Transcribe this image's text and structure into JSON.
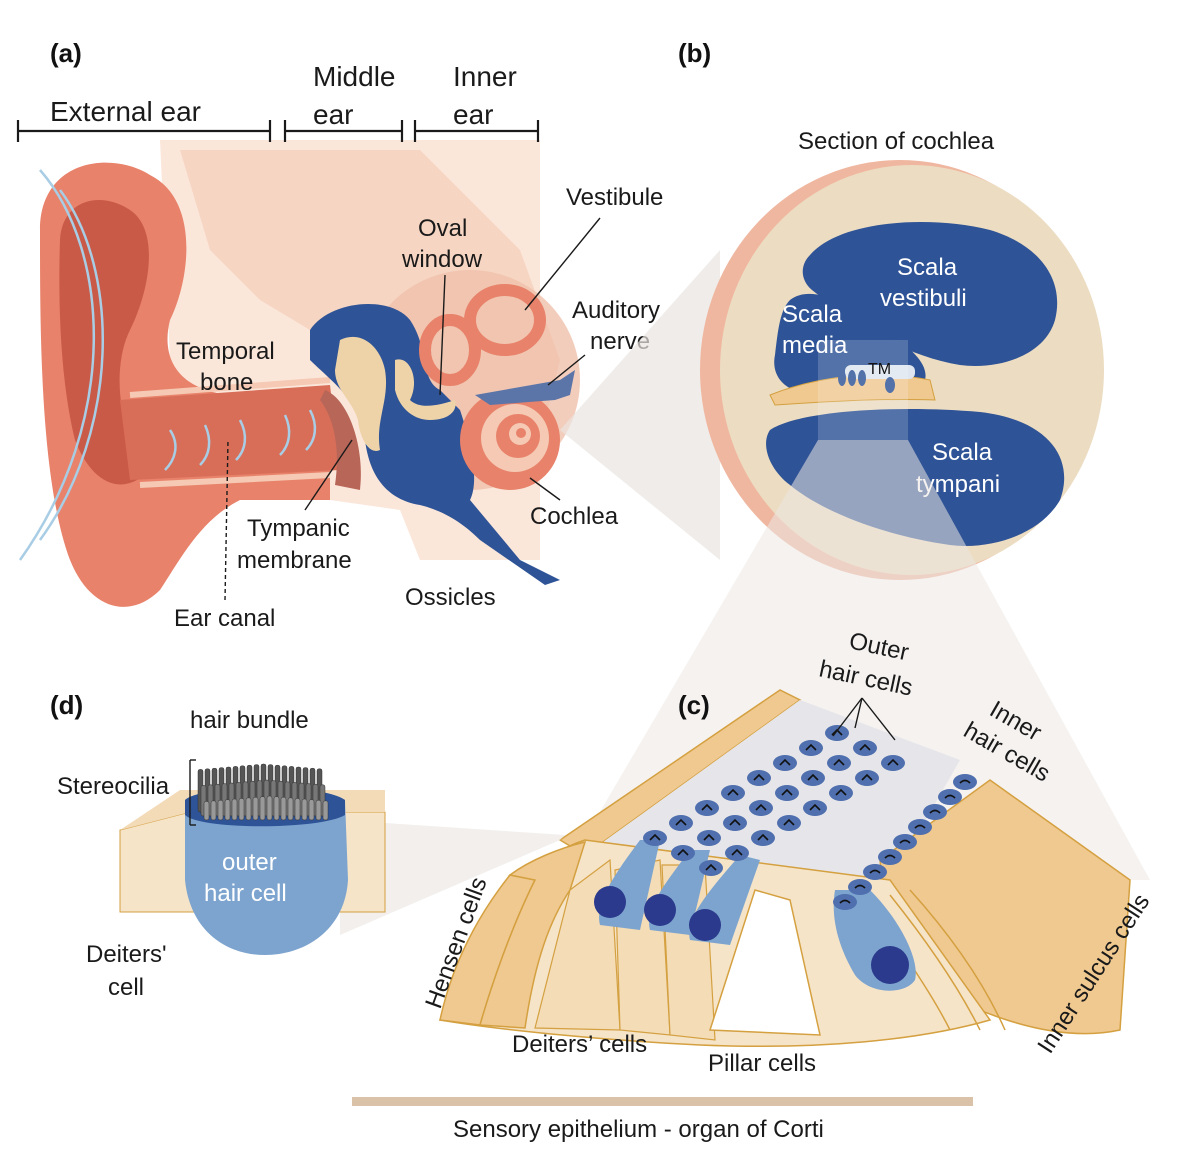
{
  "colors": {
    "skin": "#e8826a",
    "skin_dark": "#c95a48",
    "skin_light": "#f5c9b3",
    "bone": "#f3d9c6",
    "background_tissue": "#fbe6da",
    "blue": "#2e5396",
    "blue_light": "#7da4cf",
    "cream": "#ecdcc1",
    "orange_cell": "#f0c990",
    "orange_line": "#d4a040",
    "sound_wave": "#a8cde4",
    "bar": "#d9c2a8"
  },
  "panels": {
    "a": "(a)",
    "b": "(b)",
    "c": "(c)",
    "d": "(d)"
  },
  "panel_a": {
    "external_ear": "External ear",
    "middle_ear_line1": "Middle",
    "middle_ear_line2": "ear",
    "inner_ear_line1": "Inner",
    "inner_ear_line2": "ear",
    "temporal_bone_line1": "Temporal",
    "temporal_bone_line2": "bone",
    "oval_window_line1": "Oval",
    "oval_window_line2": "window",
    "vestibule": "Vestibule",
    "auditory_nerve_line1": "Auditory",
    "auditory_nerve_line2": "nerve",
    "tympanic_membrane_line1": "Tympanic",
    "tympanic_membrane_line2": "membrane",
    "cochlea": "Cochlea",
    "ossicles": "Ossicles",
    "ear_canal": "Ear canal"
  },
  "panel_b": {
    "title": "Section of cochlea",
    "scala_vestibuli_line1": "Scala",
    "scala_vestibuli_line2": "vestibuli",
    "scala_media_line1": "Scala",
    "scala_media_line2": "media",
    "tm": "TM",
    "scala_tympani_line1": "Scala",
    "scala_tympani_line2": "tympani"
  },
  "panel_c": {
    "outer_hair_cells_line1": "Outer",
    "outer_hair_cells_line2": "hair cells",
    "inner_hair_cells_line1": "Inner",
    "inner_hair_cells_line2": "hair cells",
    "hensen_cells": "Hensen cells",
    "deiters_cells": "Deiters’ cells",
    "pillar_cells": "Pillar cells",
    "inner_sulcus_cells": "Inner sulcus cells"
  },
  "panel_d": {
    "hair_bundle": "hair bundle",
    "stereocilia": "Stereocilia",
    "outer_hair_cell_line1": "outer",
    "outer_hair_cell_line2": "hair cell",
    "deiters_cell_line1": "Deiters'",
    "deiters_cell_line2": "cell"
  },
  "footer": {
    "caption": "Sensory epithelium - organ of Corti"
  }
}
